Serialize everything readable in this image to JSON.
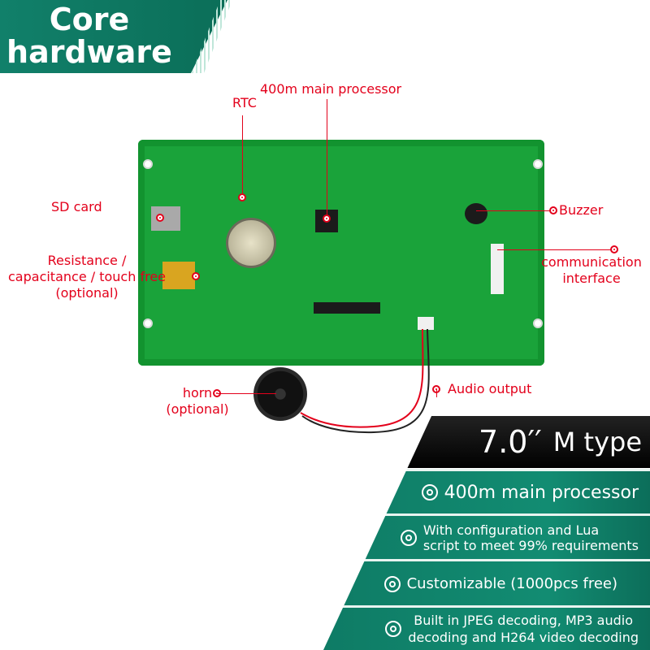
{
  "title": {
    "line1": "Core",
    "line2": "hardware"
  },
  "labels": {
    "processor": "400m main processor",
    "rtc": "RTC",
    "sd_card": "SD card",
    "buzzer": "Buzzer",
    "touch_line1": "Resistance /",
    "touch_line2": "capacitance / touch free",
    "touch_line3": "(optional)",
    "comm_line1": "communication",
    "comm_line2": "interface",
    "horn_line1": "horn",
    "horn_line2": "(optional)",
    "audio": "Audio output"
  },
  "model": {
    "size": "7.0′′",
    "type": "M type"
  },
  "features": [
    {
      "line1": "400m main processor"
    },
    {
      "line1": "With configuration and Lua",
      "line2": "script to meet 99% requirements"
    },
    {
      "line1": "Customizable (1000pcs free)"
    },
    {
      "line1": "Built in JPEG decoding, MP3 audio",
      "line2": "decoding and H264 video decoding"
    }
  ]
}
